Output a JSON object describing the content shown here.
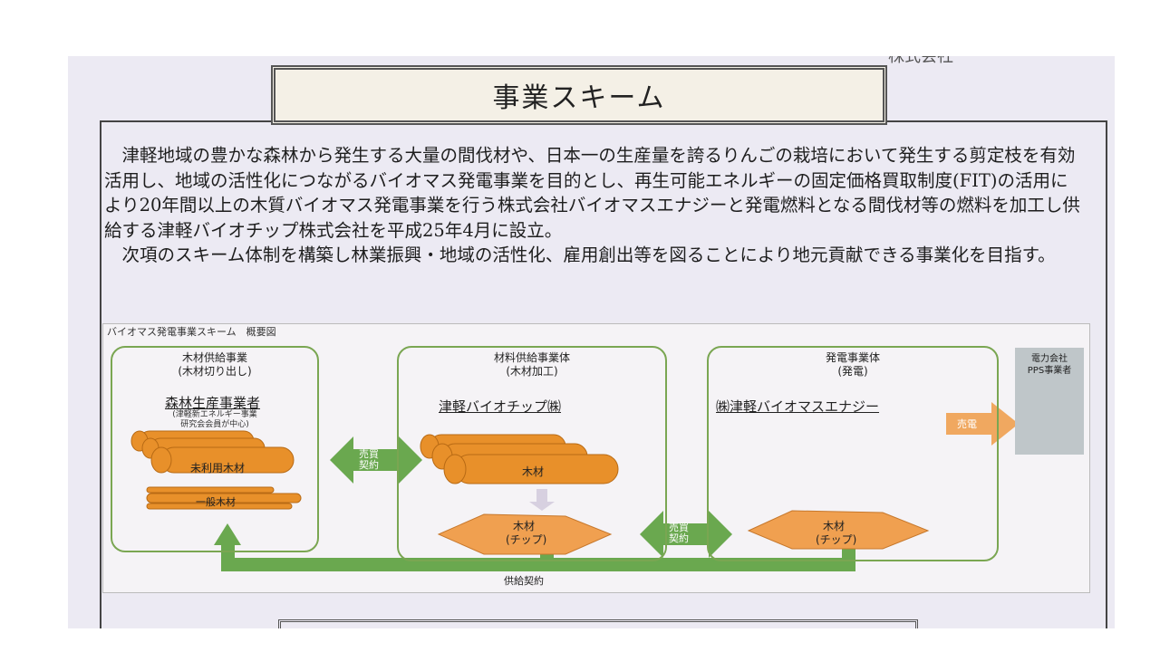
{
  "header_fragment": "株式会社",
  "title": "事業スキーム",
  "paragraphs": [
    "津軽地域の豊かな森林から発生する大量の間伐材や、日本一の生産量を誇るりんごの栽培において発生する剪定枝を有効活用し、地域の活性化につながるバイオマス発電事業を目的とし、再生可能エネルギーの固定価格買取制度(FIT)の活用により20年間以上の木質バイオマス発電事業を行う株式会社バイオマスエナジーと発電燃料となる間伐材等の燃料を加工し供給する津軽バイオチップ株式会社を平成25年4月に設立。",
    "次項のスキーム体制を構築し林業振興・地域の活性化、雇用創出等を図ることにより地元貢献できる事業化を目指す。"
  ],
  "diagram": {
    "title": "バイオマス発電事業スキーム　概要図",
    "panel1": {
      "title": "木材供給事業",
      "subtitle": "(木材切り出し)",
      "entity": "森林生産事業者",
      "note_line1": "(津軽新エネルギー事業",
      "note_line2": "研究会会員が中心)",
      "log_label": "未利用木材",
      "log_label2": "一般木材"
    },
    "panel2": {
      "title": "材料供給事業体",
      "subtitle": "(木材加工)",
      "entity": "津軽バイオチップ㈱",
      "log_label": "木材",
      "chip_label1": "木材",
      "chip_label2": "(チップ)"
    },
    "panel3": {
      "title": "発電事業体",
      "subtitle": "(発電)",
      "entity": "㈱津軽バイオマスエナジー",
      "chip_label1": "木材",
      "chip_label2": "(チップ)"
    },
    "power": {
      "line1": "電力会社",
      "line2": "PPS事業者"
    },
    "arrow1": {
      "line1": "売買",
      "line2": "契約"
    },
    "arrow2": {
      "line1": "売買",
      "line2": "契約"
    },
    "sell_label": "売電",
    "supply_label": "供給契約",
    "colors": {
      "panel_border": "#7aa652",
      "arrow_green": "#6aa84f",
      "wood": "#e8902a",
      "sell_arrow": "#f0a860",
      "power_box": "#bfc6c9"
    }
  }
}
